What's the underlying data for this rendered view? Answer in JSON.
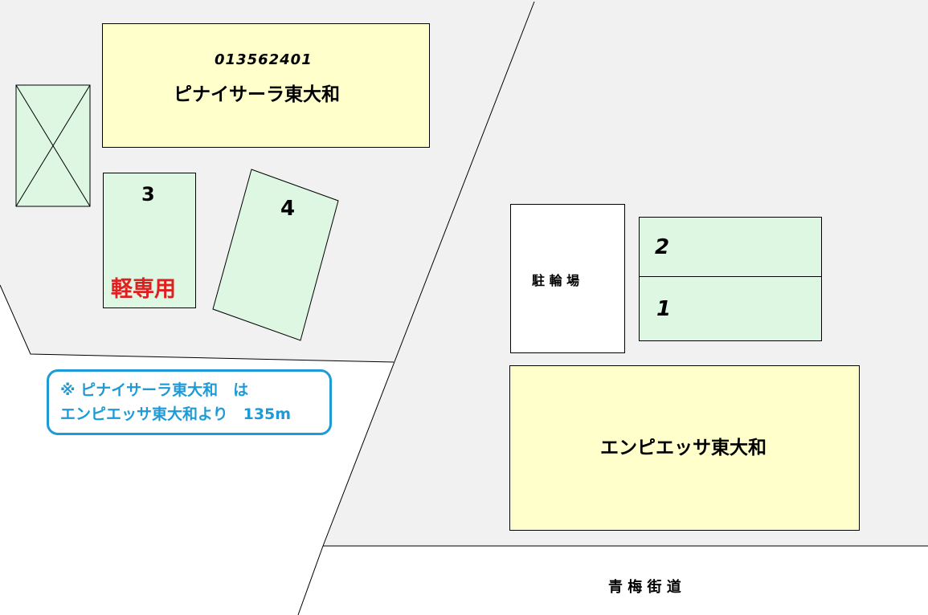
{
  "map": {
    "colors": {
      "lot_background": "#f1f1f1",
      "building": "#ffffcc",
      "parking_space": "#ddf7e3",
      "note_accent": "#1e9ad6",
      "light_only_label": "#e02020"
    },
    "property_building": {
      "code": "013562401",
      "name": "ピナイサーラ東大和"
    },
    "parking_spaces": [
      {
        "number": "3",
        "note": "軽専用"
      },
      {
        "number": "4"
      },
      {
        "number": "2"
      },
      {
        "number": "1"
      }
    ],
    "unavailable_space_icon": "x-mark-icon",
    "bicycle_parking": "駐 輪 場",
    "neighbor_building": "エンピエッサ東大和",
    "road": "青 梅 街 道",
    "note": {
      "line1": "※ ピナイサーラ東大和　は",
      "line2": "エンピエッサ東大和より　135m"
    }
  }
}
